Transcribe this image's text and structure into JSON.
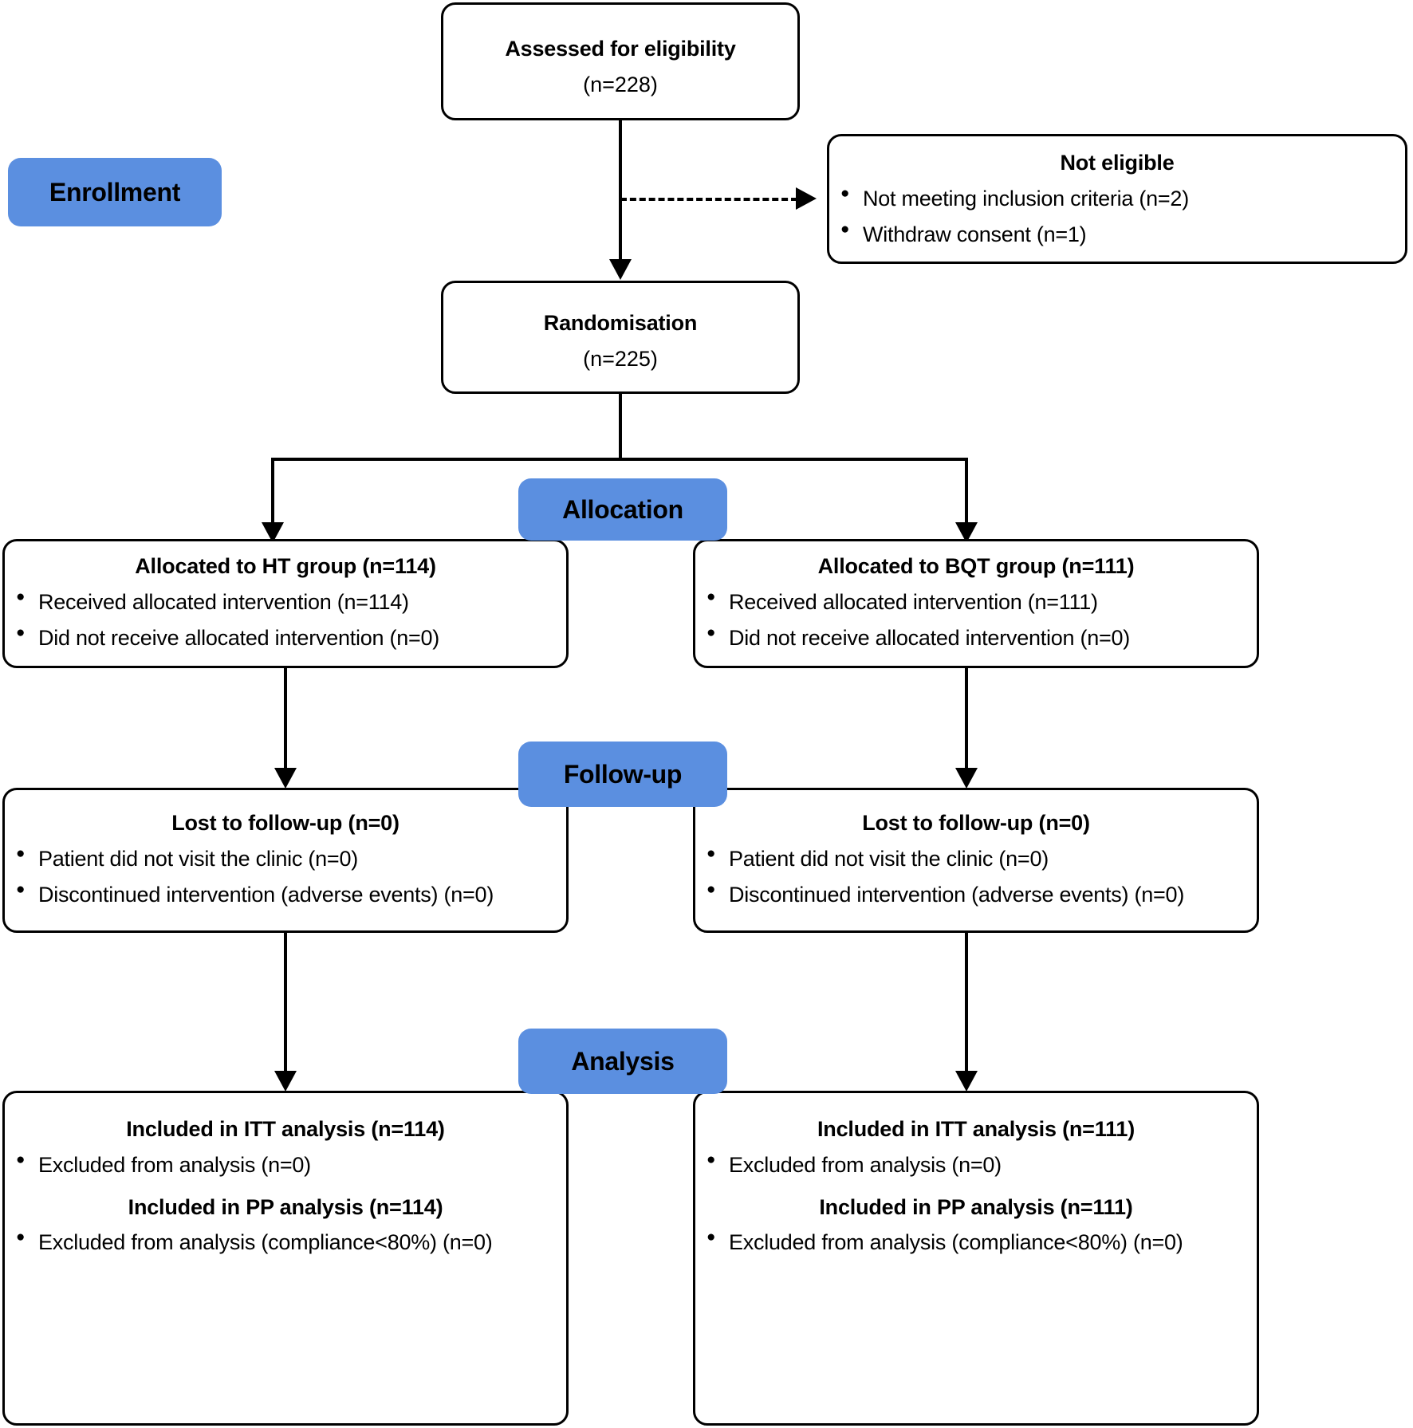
{
  "diagram": {
    "type": "consort-flow-diagram",
    "phases": [
      {
        "id": "enrollment",
        "label": "Enrollment"
      },
      {
        "id": "allocation",
        "label": "Allocation"
      },
      {
        "id": "followup",
        "label": "Follow-up"
      },
      {
        "id": "analysis",
        "label": "Analysis"
      }
    ],
    "accent_color": "#5B8FE0",
    "line_color": "#000000",
    "box_background": "#FFFFFF"
  },
  "nodes": {
    "assessed": {
      "title": "Assessed for eligibility",
      "subtitle": "(n=228)"
    },
    "not_eligible": {
      "title": "Not eligible",
      "items": [
        "Not meeting inclusion criteria (n=2)",
        "Withdraw consent (n=1)"
      ]
    },
    "randomisation": {
      "title": "Randomisation",
      "subtitle": "(n=225)"
    },
    "allocation_left": {
      "title": "Allocated to HT group (n=114)",
      "items": [
        "Received allocated intervention (n=114)",
        "Did not receive allocated intervention (n=0)"
      ]
    },
    "allocation_right": {
      "title": "Allocated to BQT group (n=111)",
      "items": [
        "Received allocated intervention (n=111)",
        "Did not receive allocated intervention (n=0)"
      ]
    },
    "followup_left": {
      "title": "Lost to follow-up (n=0)",
      "items": [
        "Patient did not visit the clinic (n=0)",
        "Discontinued intervention (adverse events) (n=0)"
      ]
    },
    "followup_right": {
      "title": "Lost to follow-up (n=0)",
      "items": [
        "Patient did not visit the clinic (n=0)",
        "Discontinued intervention (adverse events) (n=0)"
      ]
    },
    "analysis_left": {
      "itt_title": "Included in ITT analysis (n=114)",
      "itt_item": "Excluded from analysis (n=0)",
      "pp_title": "Included in PP analysis (n=114)",
      "pp_item": "Excluded from analysis (compliance<80%) (n=0)"
    },
    "analysis_right": {
      "itt_title": "Included in ITT analysis (n=111)",
      "itt_item": "Excluded from analysis (n=0)",
      "pp_title": "Included in PP analysis (n=111)",
      "pp_item": "Excluded from analysis (compliance<80%) (n=0)"
    }
  }
}
